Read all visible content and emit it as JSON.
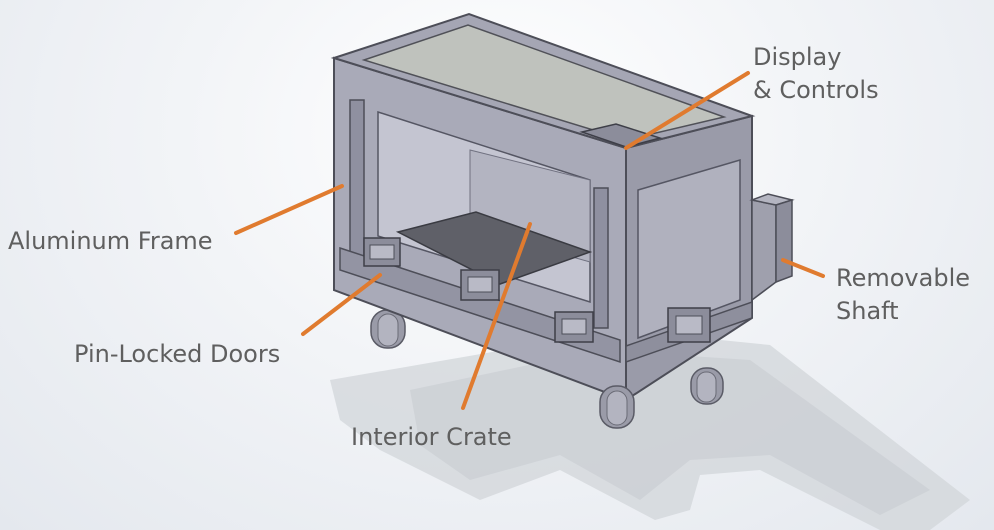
{
  "diagram": {
    "callouts": {
      "display_line1": "Display",
      "display_line2": "& Controls",
      "frame": "Aluminum Frame",
      "shaft_line1": "Removable",
      "shaft_line2": "Shaft",
      "doors": "Pin-Locked Doors",
      "crate": "Interior Crate"
    },
    "colors": {
      "leader_line": "#e07b2f",
      "label_text": "#5f5f5f",
      "body_gray": "#a7a8b6",
      "body_dark": "#8c8d9b",
      "interior_floor": "#5f6068",
      "top_panel": "#bfc2bd",
      "shadow": "#cfd2d7"
    }
  }
}
